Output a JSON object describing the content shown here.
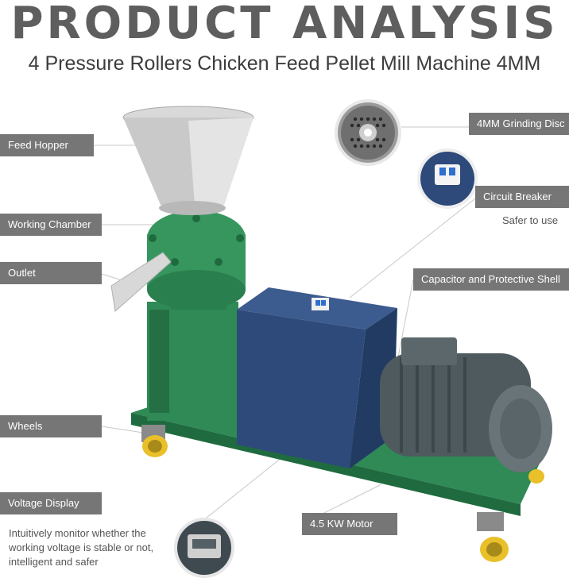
{
  "header": {
    "title": "PRODUCT ANALYSIS",
    "subtitle": "4 Pressure Rollers Chicken Feed Pellet Mill Machine 4MM"
  },
  "labels": {
    "feed_hopper": "Feed Hopper",
    "working_chamber": "Working Chamber",
    "outlet": "Outlet",
    "wheels": "Wheels",
    "voltage_display": "Voltage Display",
    "grinding_disc": "4MM Grinding Disc",
    "circuit_breaker": "Circuit Breaker",
    "capacitor_shell": "Capacitor and Protective Shell",
    "motor": "4.5 KW Motor"
  },
  "notes": {
    "circuit_breaker": "Safer to use",
    "voltage_display": "Intuitively monitor whether the working voltage is stable or not, intelligent and safer"
  },
  "colors": {
    "tag_bg": "#767676",
    "machine_green": "#2f8a55",
    "shell_blue": "#2d4a7a",
    "motor_gray": "#4e5a5e"
  }
}
